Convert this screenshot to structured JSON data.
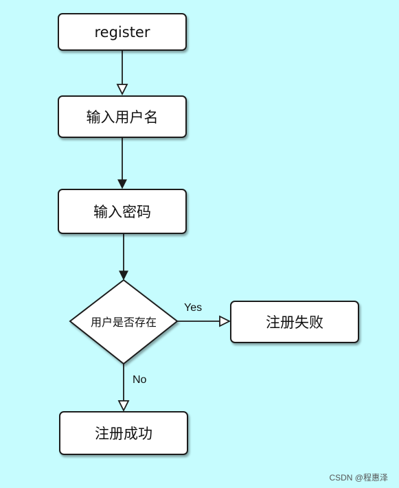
{
  "nodes": {
    "start": "register",
    "input_username": "输入用户名",
    "input_password": "输入密码",
    "decision": "用户是否存在",
    "fail": "注册失败",
    "success": "注册成功"
  },
  "edges": {
    "yes_label": "Yes",
    "no_label": "No"
  },
  "watermark": "CSDN @程惠泽",
  "colors": {
    "background": "#c6fcfe",
    "node_fill": "#ffffff",
    "stroke": "#1c1c1c"
  }
}
